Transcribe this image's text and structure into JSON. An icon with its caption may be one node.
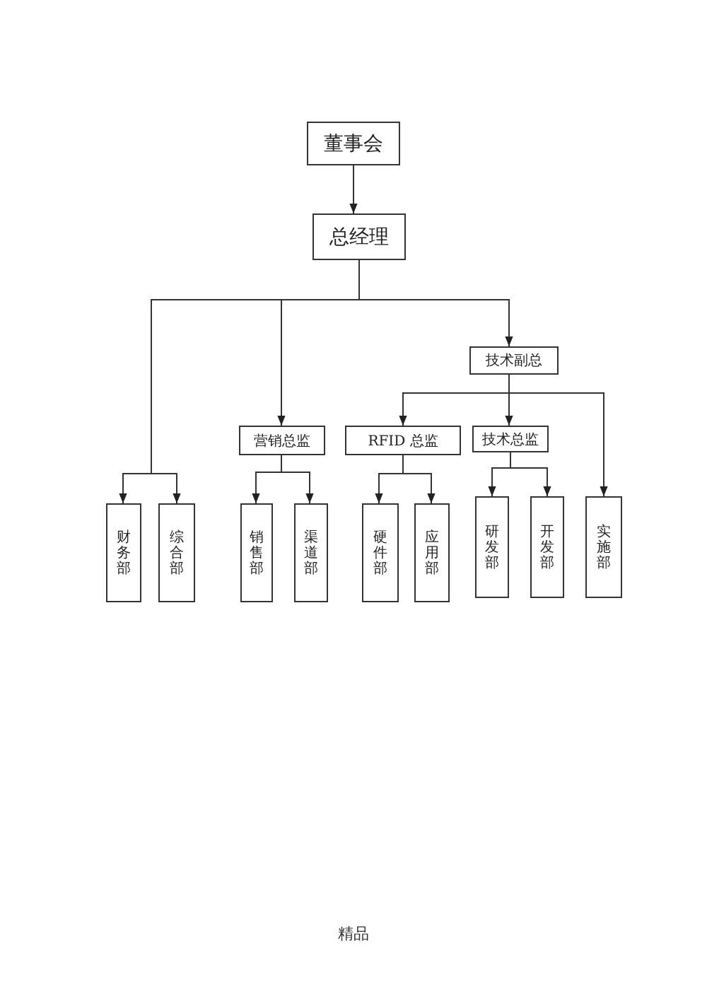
{
  "diagram": {
    "nodes": [
      {
        "text": [
          "董事会"
        ]
      },
      {
        "text": [
          "总经理"
        ]
      },
      {
        "text": [
          "技术副总"
        ]
      },
      {
        "text": [
          "营销总监"
        ]
      },
      {
        "text": [
          "RFID 总监"
        ]
      },
      {
        "text": [
          "技术总监"
        ]
      },
      {
        "text": [
          "财务部"
        ]
      },
      {
        "text": [
          "综合部"
        ]
      },
      {
        "text": [
          "销售部"
        ]
      },
      {
        "text": [
          "渠道部"
        ]
      },
      {
        "text": [
          "硬件部"
        ]
      },
      {
        "text": [
          "应用部"
        ]
      },
      {
        "text": [
          "研发部"
        ]
      },
      {
        "text": [
          "开发部"
        ]
      },
      {
        "text": [
          "实施部"
        ]
      }
    ],
    "edges": [
      {
        "from": 0,
        "to": 1,
        "arrow": "to"
      },
      {
        "from": 1,
        "to": 3,
        "arrow": "to"
      },
      {
        "from": 1,
        "to": 2,
        "arrow": "to"
      },
      {
        "from": 1,
        "to": 6,
        "arrow": "to"
      },
      {
        "from": 1,
        "to": 7,
        "arrow": "to"
      },
      {
        "from": 2,
        "to": 4,
        "arrow": "to"
      },
      {
        "from": 2,
        "to": 5,
        "arrow": "to"
      },
      {
        "from": 2,
        "to": 14,
        "arrow": "to"
      },
      {
        "from": 3,
        "to": 8,
        "arrow": "to"
      },
      {
        "from": 3,
        "to": 9,
        "arrow": "to"
      },
      {
        "from": 4,
        "to": 10,
        "arrow": "to"
      },
      {
        "from": 4,
        "to": 11,
        "arrow": "to"
      },
      {
        "from": 5,
        "to": 12,
        "arrow": "to"
      },
      {
        "from": 5,
        "to": 13,
        "arrow": "to"
      }
    ],
    "labels": [
      "精品"
    ]
  }
}
